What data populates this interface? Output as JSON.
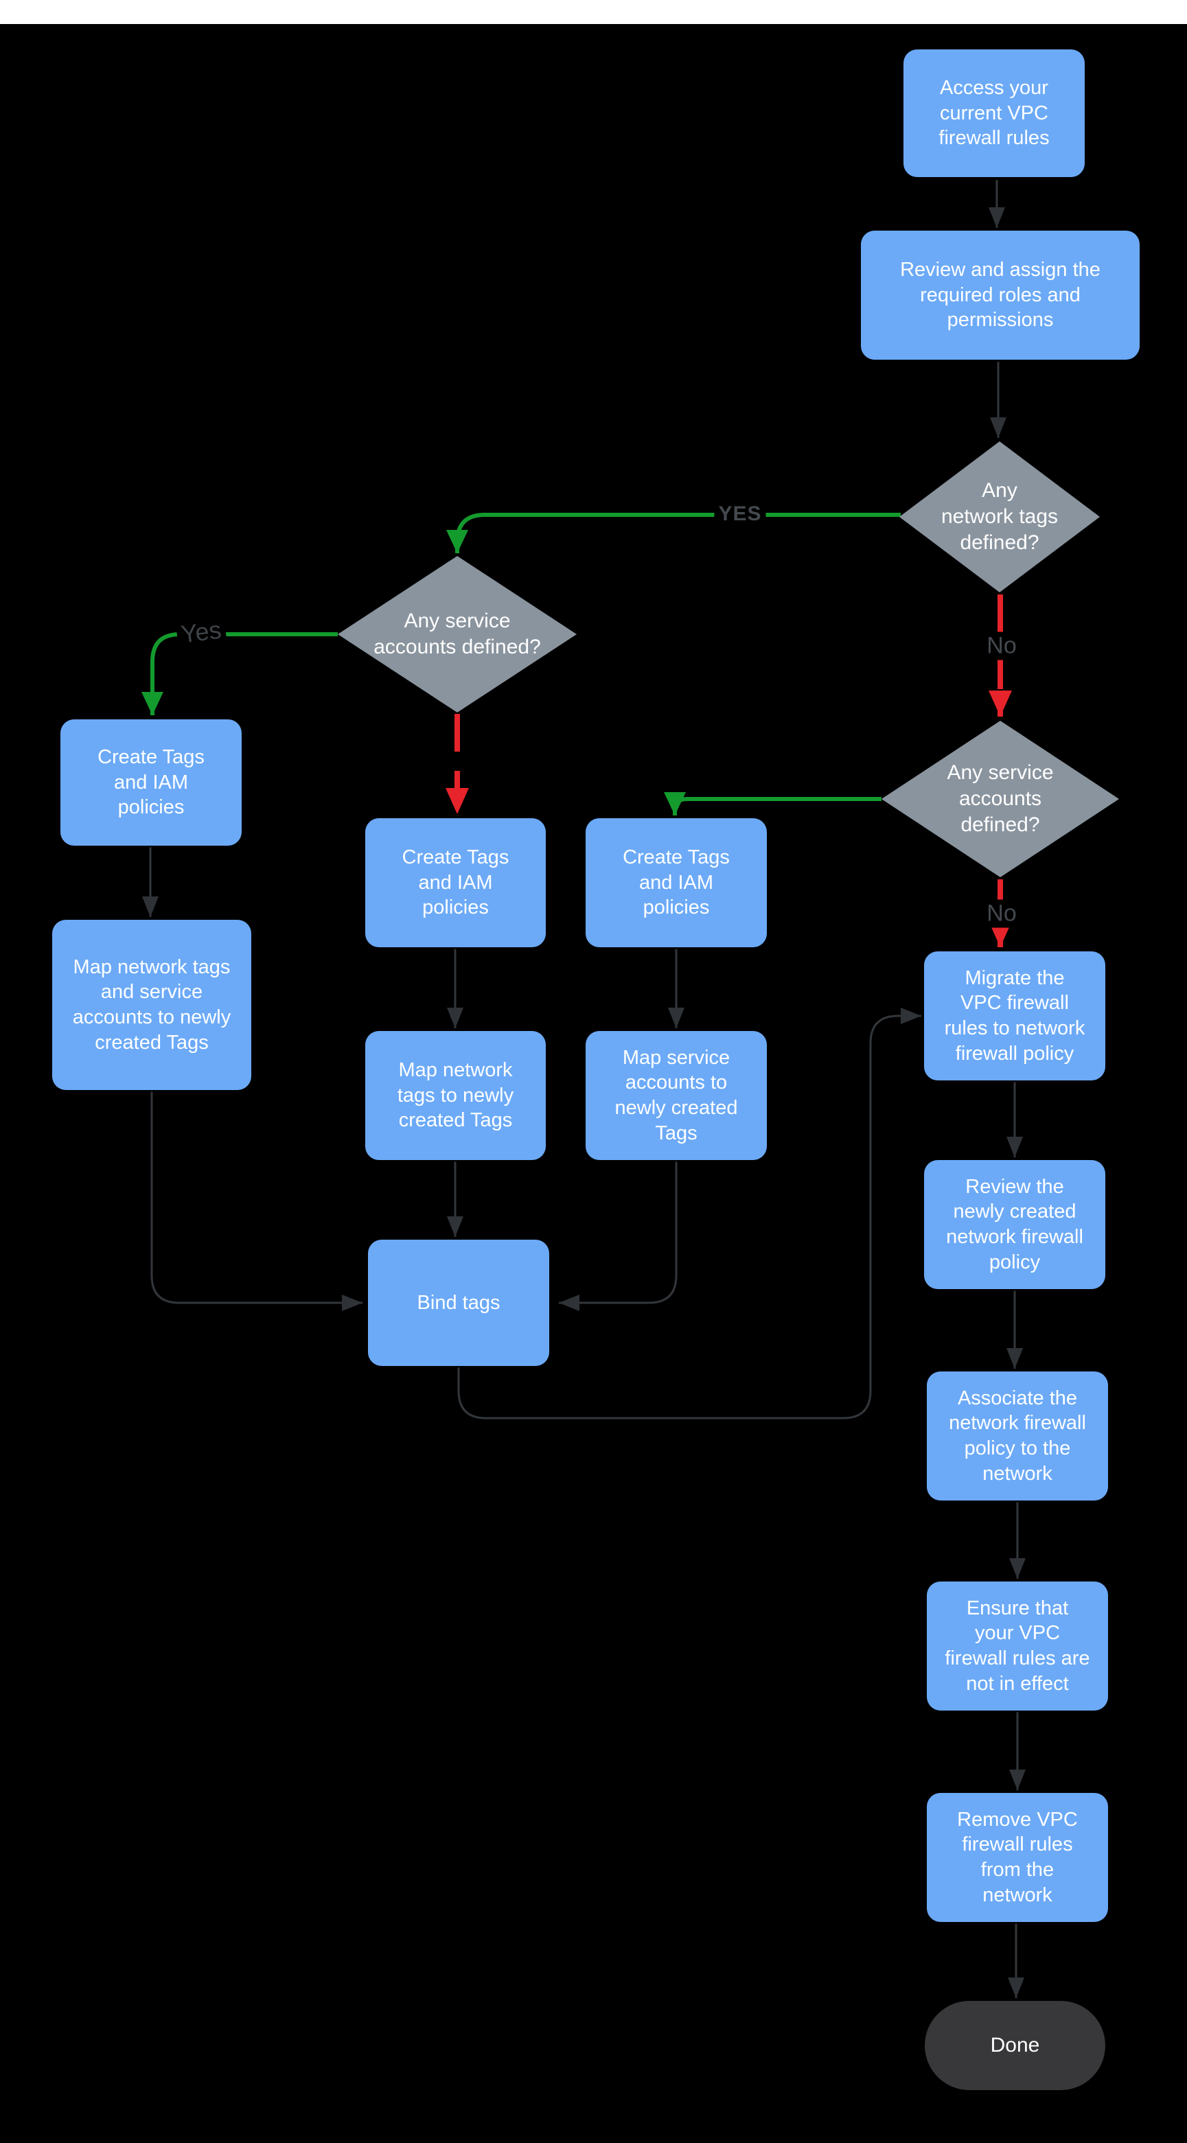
{
  "diagram_title": "VPC firewall rules migration flowchart",
  "colors": {
    "background": "#000000",
    "top_strip": "#ffffff",
    "process_fill": "#6CAAF7",
    "decision_fill": "#8A949E",
    "terminator_fill": "#38383A",
    "node_text": "#ffffff",
    "connector_gray": "#33373B",
    "connector_green": "#149B2E",
    "connector_red": "#E7242B",
    "edge_label_text": "#44494F"
  },
  "nodes": {
    "access": {
      "type": "process",
      "label": "Access your\ncurrent VPC\nfirewall rules"
    },
    "review_roles": {
      "type": "process",
      "label": "Review and assign the\nrequired roles and\npermissions"
    },
    "network_tags_defined": {
      "type": "decision",
      "label": "Any\nnetwork tags\ndefined?"
    },
    "service_accounts_left": {
      "type": "decision",
      "label": "Any service\naccounts defined?"
    },
    "create_tags_left": {
      "type": "process",
      "label": "Create Tags\nand IAM\npolicies"
    },
    "map_both_left": {
      "type": "process",
      "label": "Map network tags\nand service\naccounts to newly\ncreated Tags"
    },
    "create_tags_mid": {
      "type": "process",
      "label": "Create Tags\nand IAM\npolicies"
    },
    "map_network_mid": {
      "type": "process",
      "label": "Map network\ntags to newly\ncreated Tags"
    },
    "create_tags_right": {
      "type": "process",
      "label": "Create Tags\nand IAM\npolicies"
    },
    "map_service_right": {
      "type": "process",
      "label": "Map service\naccounts  to\nnewly created\nTags"
    },
    "bind_tags": {
      "type": "process",
      "label": "Bind tags"
    },
    "service_accounts_right": {
      "type": "decision",
      "label": "Any service\naccounts\ndefined?"
    },
    "migrate": {
      "type": "process",
      "label": "Migrate the\nVPC firewall\nrules to network\nfirewall policy"
    },
    "review_policy": {
      "type": "process",
      "label": "Review the\nnewly created\nnetwork firewall\npolicy"
    },
    "associate": {
      "type": "process",
      "label": "Associate the\nnetwork firewall\npolicy to the\nnetwork"
    },
    "ensure": {
      "type": "process",
      "label": "Ensure that\nyour VPC\nfirewall rules are\nnot in effect"
    },
    "remove": {
      "type": "process",
      "label": "Remove  VPC\nfirewall rules\nfrom the\nnetwork"
    },
    "done": {
      "type": "terminator",
      "label": "Done"
    }
  },
  "edge_labels": {
    "yes_network_tags": "YES",
    "yes_service_accounts": "Yes",
    "no_network_tags": "No",
    "no_service_accounts": "No"
  }
}
